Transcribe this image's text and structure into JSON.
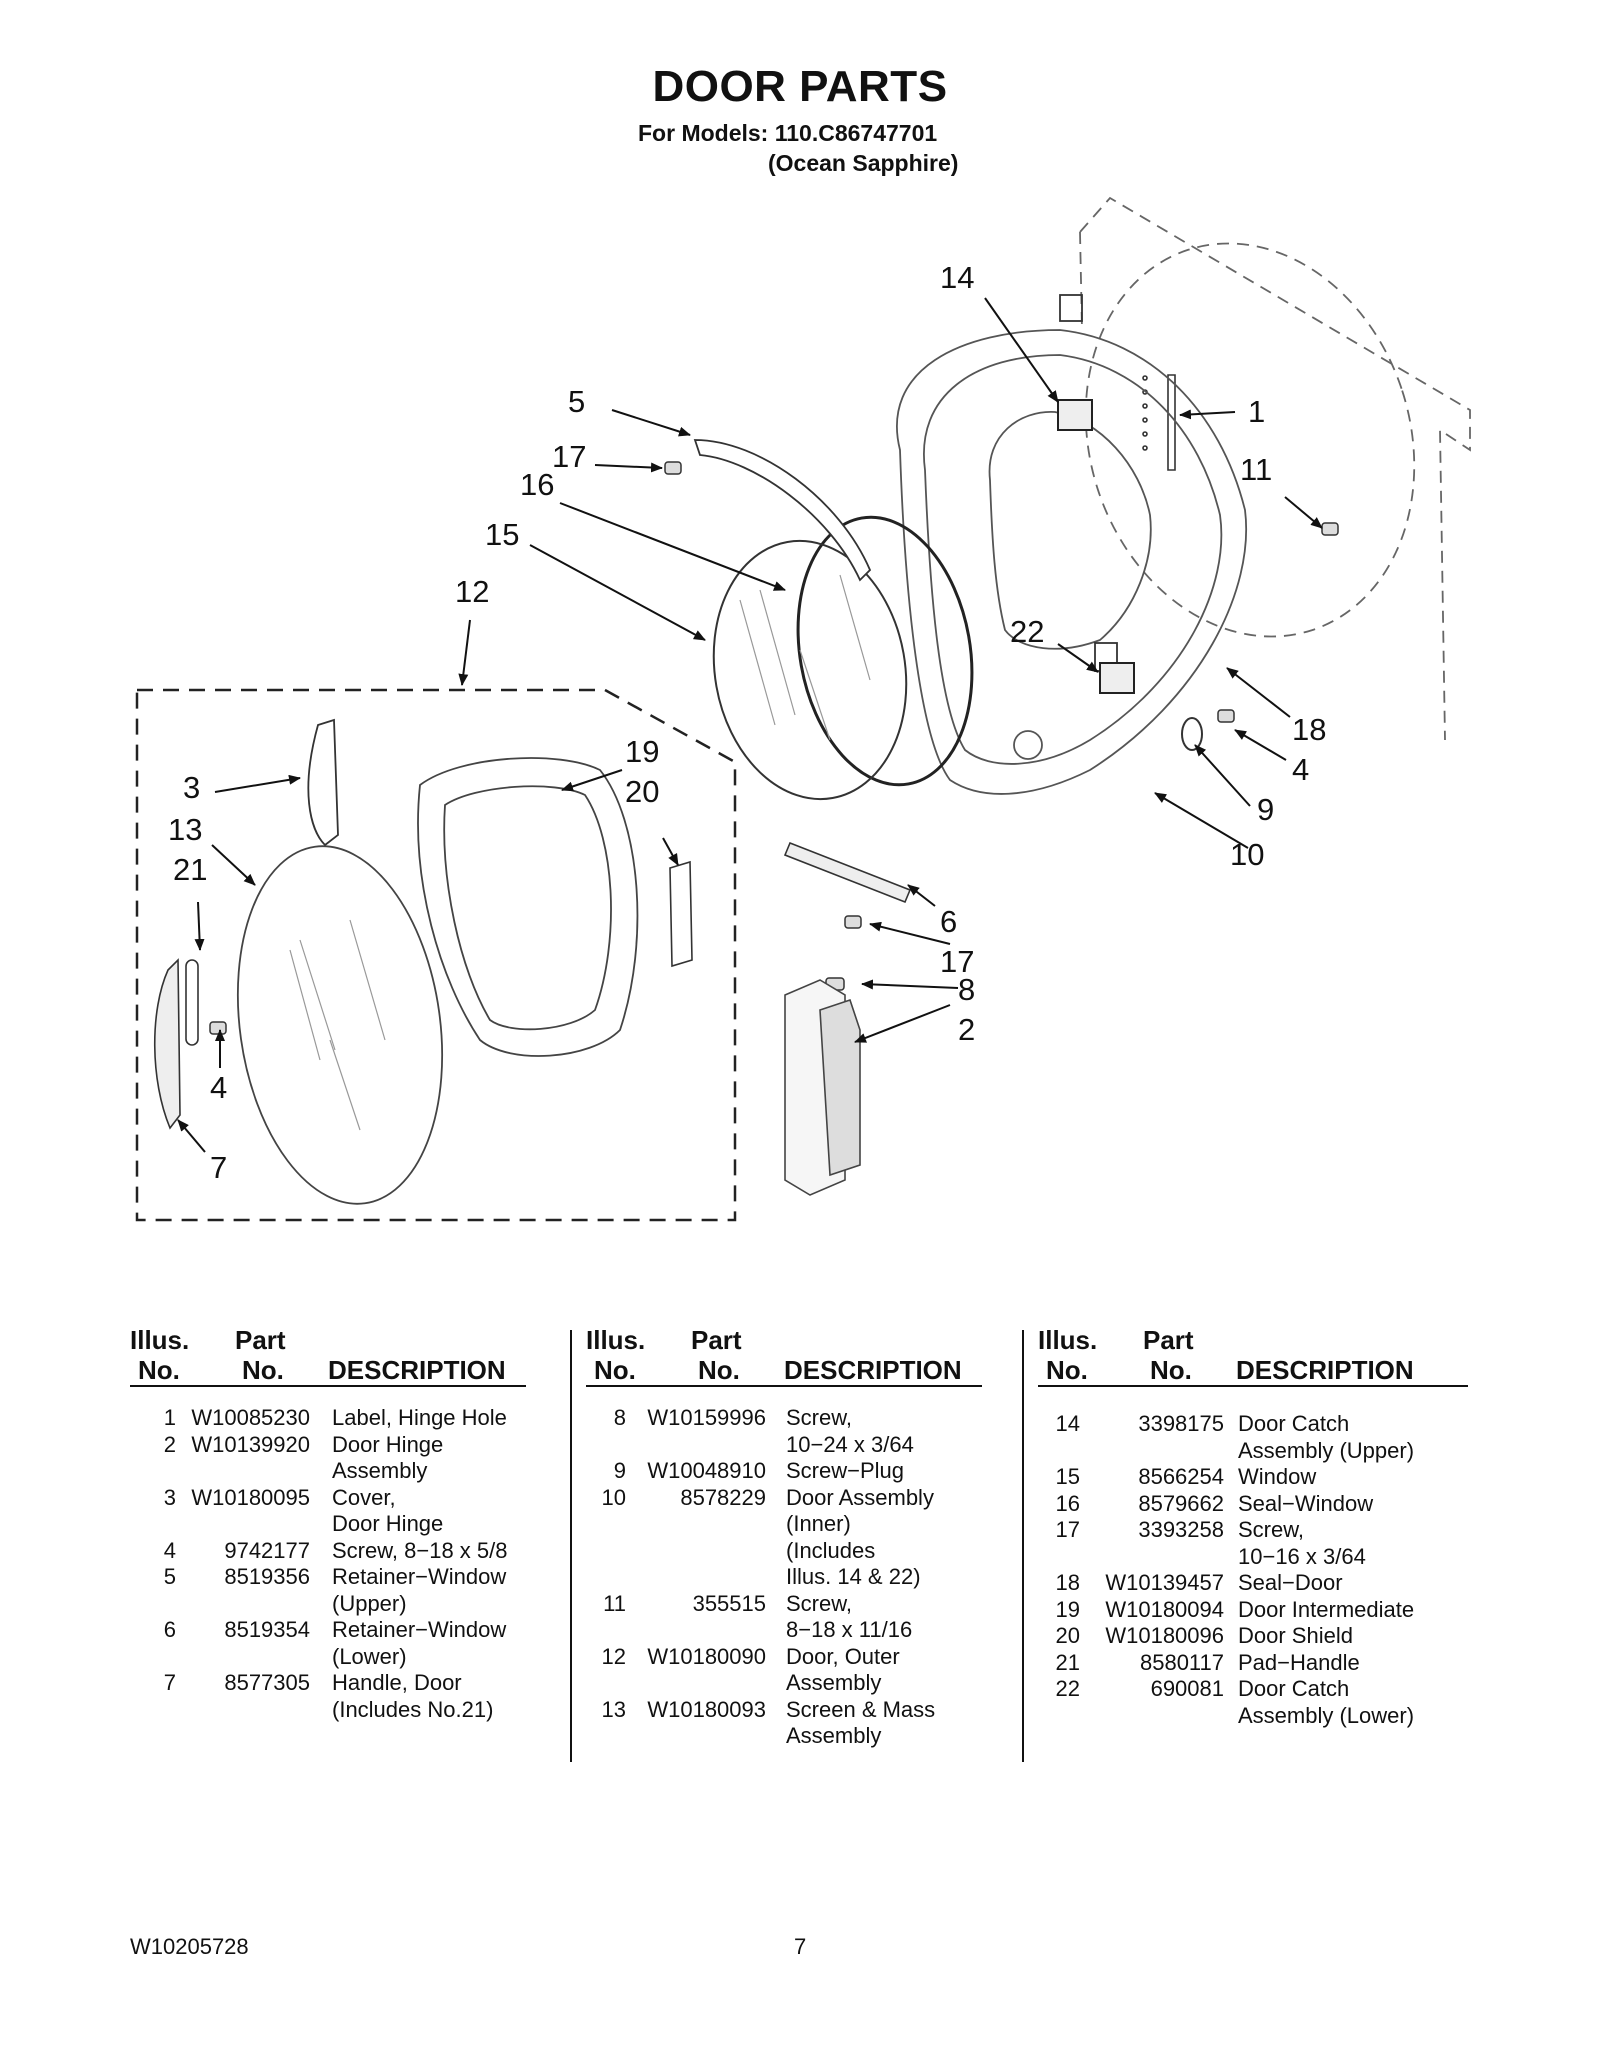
{
  "title": "DOOR PARTS",
  "subtitle": {
    "line1": "For Models: 110.C86747701",
    "line2": "(Ocean Sapphire)"
  },
  "callouts": [
    "14",
    "5",
    "17",
    "16",
    "15",
    "12",
    "1",
    "11",
    "22",
    "18",
    "4",
    "9",
    "10",
    "3",
    "19",
    "20",
    "13",
    "21",
    "6",
    "17",
    "8",
    "2",
    "4",
    "7"
  ],
  "table_headers": {
    "illus": "Illus.",
    "no": "No.",
    "part": "Part",
    "part_no": "No.",
    "description": "DESCRIPTION"
  },
  "parts": [
    [
      {
        "no": "1",
        "part": "W10085230",
        "desc": "Label, Hinge Hole"
      },
      {
        "no": "2",
        "part": "W10139920",
        "desc": "Door Hinge\nAssembly"
      },
      {
        "no": "3",
        "part": "W10180095",
        "desc": "Cover,\nDoor Hinge"
      },
      {
        "no": "4",
        "part": "9742177",
        "desc": "Screw, 8−18 x 5/8"
      },
      {
        "no": "5",
        "part": "8519356",
        "desc": "Retainer−Window\n(Upper)"
      },
      {
        "no": "6",
        "part": "8519354",
        "desc": "Retainer−Window\n(Lower)"
      },
      {
        "no": "7",
        "part": "8577305",
        "desc": "Handle, Door\n(Includes No.21)"
      }
    ],
    [
      {
        "no": "8",
        "part": "W10159996",
        "desc": "Screw,\n10−24 x 3/64"
      },
      {
        "no": "9",
        "part": "W10048910",
        "desc": "Screw−Plug"
      },
      {
        "no": "10",
        "part": "8578229",
        "desc": "Door Assembly\n(Inner)\n(Includes\n Illus. 14 & 22)"
      },
      {
        "no": "11",
        "part": "355515",
        "desc": "Screw,\n8−18 x 11/16"
      },
      {
        "no": "12",
        "part": "W10180090",
        "desc": "Door, Outer\nAssembly"
      },
      {
        "no": "13",
        "part": "W10180093",
        "desc": "Screen & Mass\nAssembly"
      }
    ],
    [
      {
        "no": "14",
        "part": "3398175",
        "desc": "Door Catch\nAssembly (Upper)"
      },
      {
        "no": "15",
        "part": "8566254",
        "desc": "Window"
      },
      {
        "no": "16",
        "part": "8579662",
        "desc": "Seal−Window"
      },
      {
        "no": "17",
        "part": "3393258",
        "desc": "Screw,\n10−16 x 3/64"
      },
      {
        "no": "18",
        "part": "W10139457",
        "desc": "Seal−Door"
      },
      {
        "no": "19",
        "part": "W10180094",
        "desc": "Door Intermediate"
      },
      {
        "no": "20",
        "part": "W10180096",
        "desc": "Door Shield"
      },
      {
        "no": "21",
        "part": "8580117",
        "desc": "Pad−Handle"
      },
      {
        "no": "22",
        "part": "690081",
        "desc": "Door Catch\nAssembly (Lower)"
      }
    ]
  ],
  "footer": {
    "doc_number": "W10205728",
    "page": "7"
  }
}
